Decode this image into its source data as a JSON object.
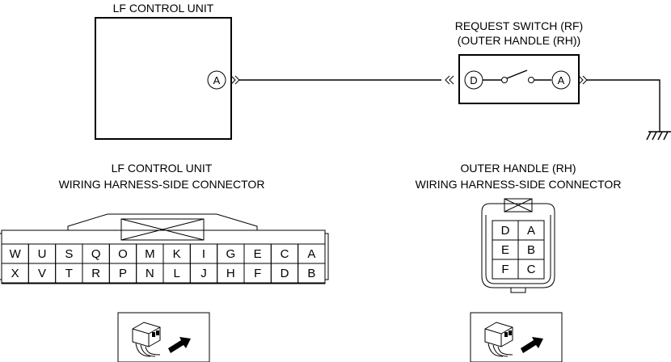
{
  "top": {
    "lf_unit_title": "LF CONTROL UNIT",
    "switch_title_line1": "REQUEST SWITCH (RF)",
    "switch_title_line2": "(OUTER HANDLE (RH))",
    "lf_terminal": "A",
    "switch_terminal_left": "D",
    "switch_terminal_right": "A"
  },
  "left_connector": {
    "title_line1": "LF CONTROL UNIT",
    "title_line2": "WIRING HARNESS-SIDE CONNECTOR",
    "row1": [
      "W",
      "U",
      "S",
      "Q",
      "O",
      "M",
      "K",
      "I",
      "G",
      "E",
      "C",
      "A"
    ],
    "row2": [
      "X",
      "V",
      "T",
      "R",
      "P",
      "N",
      "L",
      "J",
      "H",
      "F",
      "D",
      "B"
    ]
  },
  "right_connector": {
    "title_line1": "OUTER HANDLE (RH)",
    "title_line2": "WIRING HARNESS-SIDE CONNECTOR",
    "rows": [
      [
        "D",
        "A"
      ],
      [
        "E",
        "B"
      ],
      [
        "F",
        "C"
      ]
    ]
  },
  "icons": [
    "connector-view-icon",
    "connector-view-icon"
  ]
}
